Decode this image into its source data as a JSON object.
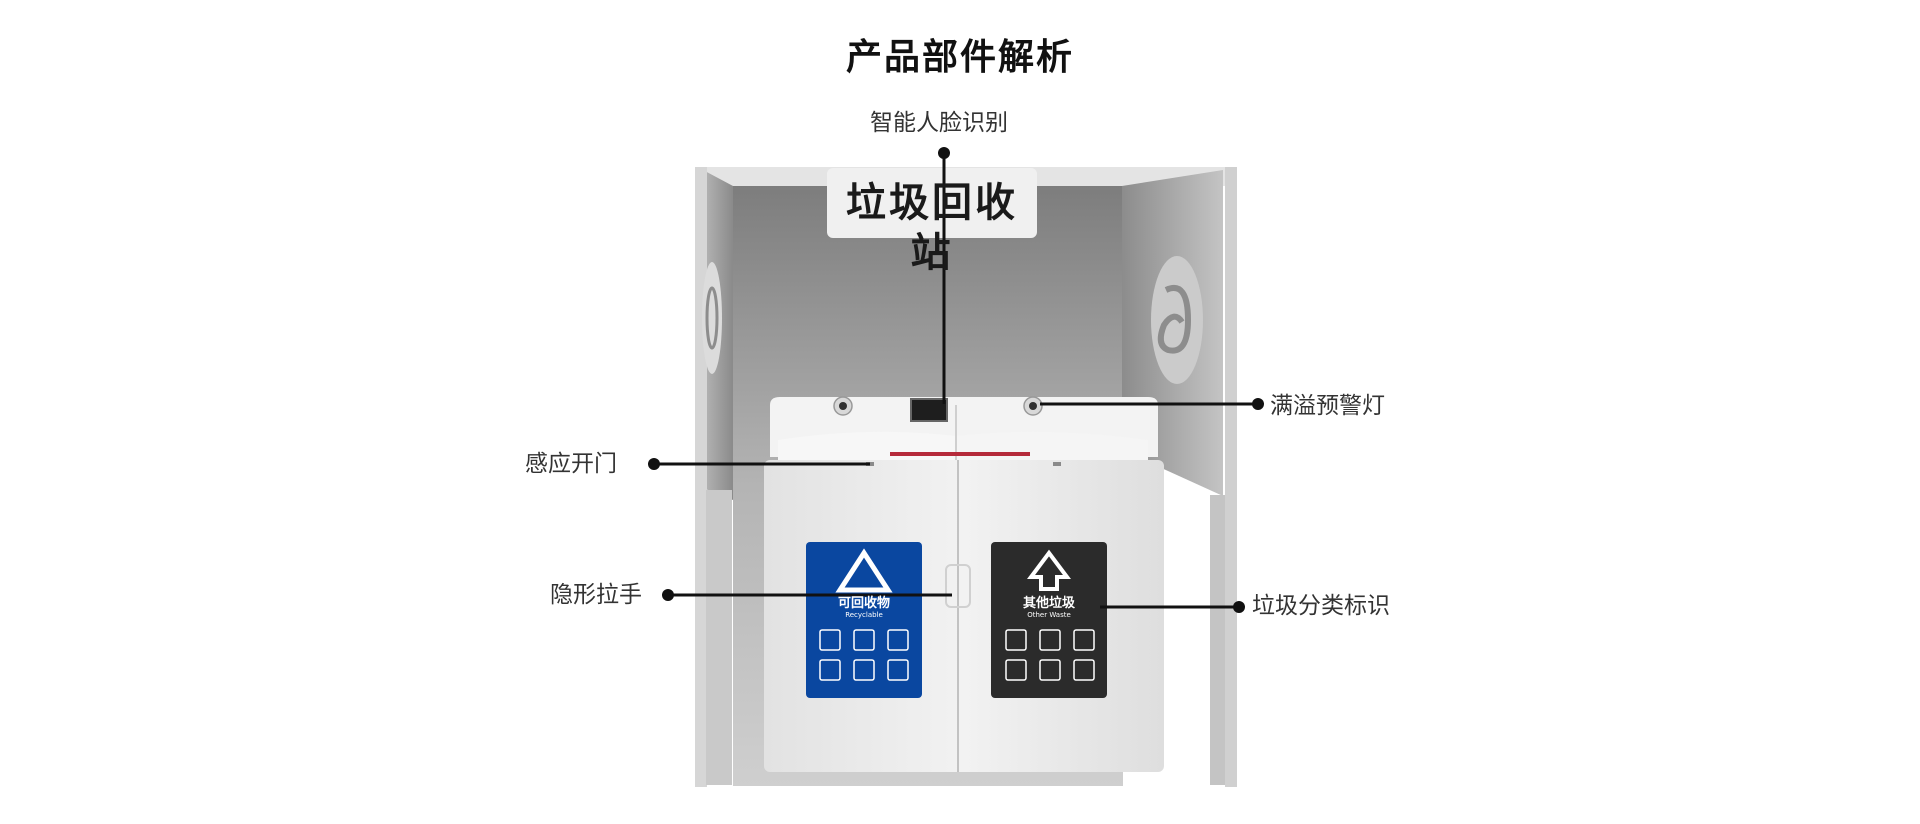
{
  "title": "产品部件解析",
  "sign": "垃圾回收站",
  "callouts": {
    "face_recognition": "智能人脸识别",
    "overflow_light": "满溢预警灯",
    "sensor_door": "感应开门",
    "hidden_handle": "隐形拉手",
    "sorting_label": "垃圾分类标识"
  },
  "bins": {
    "left": {
      "label_cn": "可回收物",
      "label_en": "Recyclable",
      "color": "#0a47a0",
      "icon": "recycle-icon"
    },
    "right": {
      "label_cn": "其他垃圾",
      "label_en": "Other Waste",
      "color": "#2b2b2b",
      "icon": "other-waste-icon"
    }
  },
  "colors": {
    "frame": "#d4d4d4",
    "inner": "#9a9a9a",
    "cabinet": "#ececec",
    "line": "#111111"
  }
}
